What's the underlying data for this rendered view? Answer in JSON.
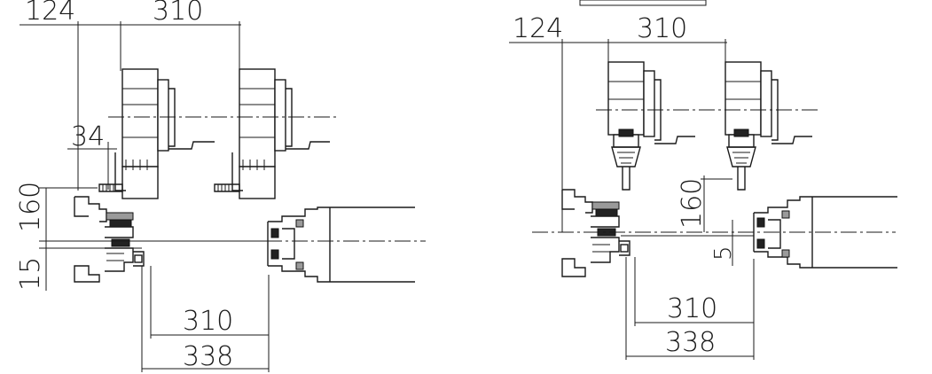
{
  "left_layout": {
    "dimensions": {
      "top_left": "124",
      "top_span": "310",
      "offset": "34",
      "vertical_upper": "160",
      "vertical_lower": "15",
      "bottom_inner": "310",
      "bottom_outer": "338"
    }
  },
  "right_layout": {
    "dimensions": {
      "top_left": "124",
      "top_span": "310",
      "vertical_upper": "160",
      "vertical_small": "5",
      "bottom_inner": "310",
      "bottom_outer": "338"
    }
  }
}
